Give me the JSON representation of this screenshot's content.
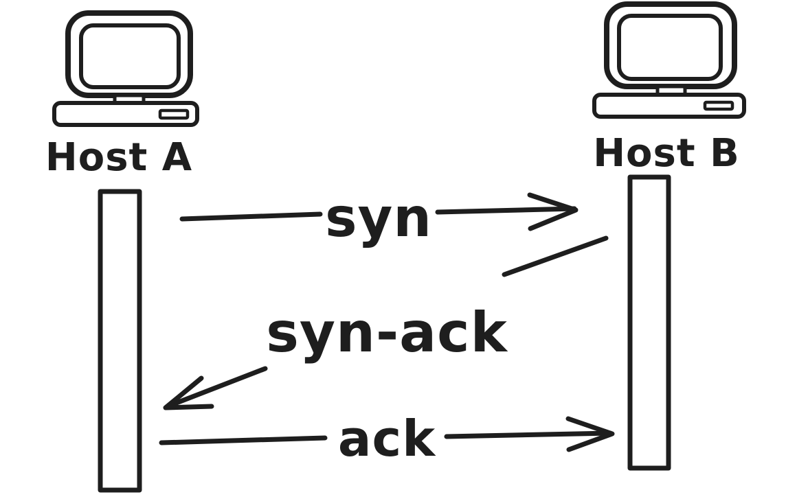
{
  "diagram": {
    "hosts": [
      {
        "id": "host-a",
        "label": "Host A"
      },
      {
        "id": "host-b",
        "label": "Host B"
      }
    ],
    "messages": [
      {
        "label": "syn",
        "from": "Host A",
        "to": "Host B",
        "direction": "right"
      },
      {
        "label": "syn-ack",
        "from": "Host B",
        "to": "Host A",
        "direction": "left"
      },
      {
        "label": "ack",
        "from": "Host A",
        "to": "Host B",
        "direction": "right"
      }
    ],
    "colors": {
      "ink": "#1e1e1e",
      "background": "#ffffff"
    }
  }
}
